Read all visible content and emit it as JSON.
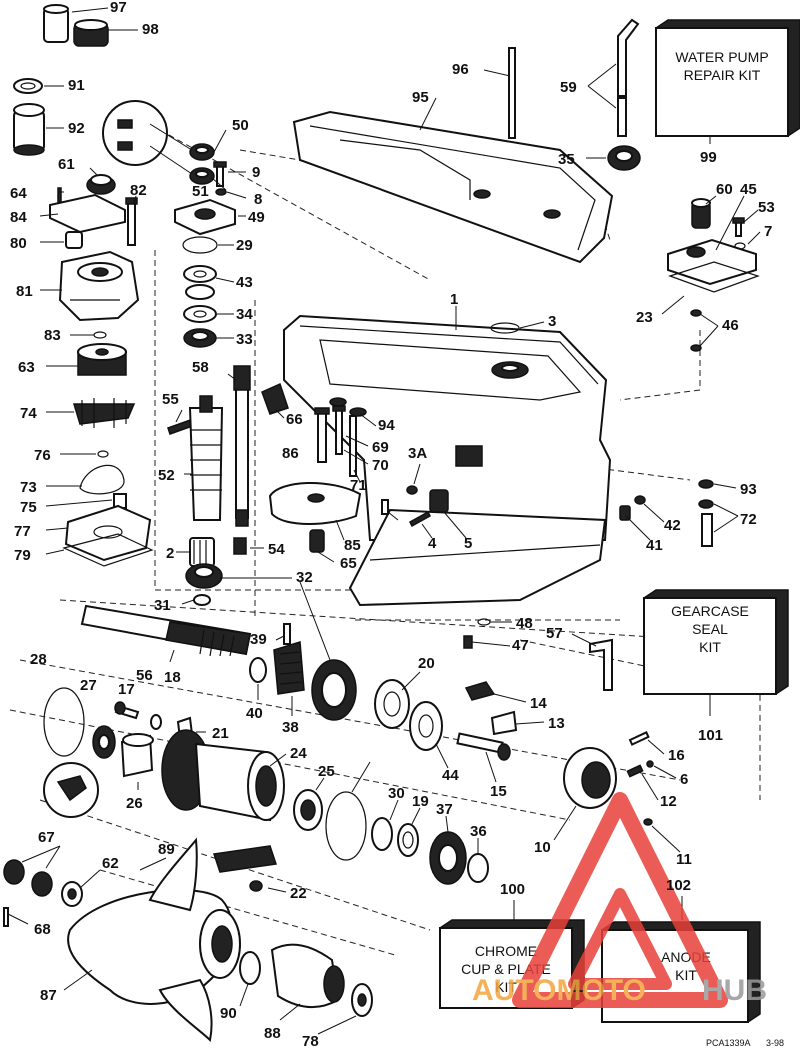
{
  "diagram": {
    "callouts": [
      "97",
      "98",
      "91",
      "92",
      "50",
      "9",
      "8",
      "51",
      "61",
      "64",
      "84",
      "82",
      "49",
      "80",
      "29",
      "43",
      "81",
      "34",
      "33",
      "83",
      "63",
      "58",
      "55",
      "74",
      "66",
      "86",
      "52",
      "76",
      "73",
      "75",
      "77",
      "79",
      "2",
      "54",
      "31",
      "32",
      "39",
      "28",
      "27",
      "17",
      "56",
      "18",
      "40",
      "38",
      "21",
      "24",
      "26",
      "25",
      "30",
      "19",
      "37",
      "36",
      "67",
      "62",
      "89",
      "22",
      "68",
      "87",
      "90",
      "88",
      "78",
      "96",
      "95",
      "59",
      "35",
      "99",
      "60",
      "45",
      "53",
      "7",
      "23",
      "46",
      "1",
      "3",
      "94",
      "69",
      "70",
      "71",
      "3A",
      "4",
      "5",
      "85",
      "65",
      "93",
      "42",
      "41",
      "72",
      "48",
      "47",
      "57",
      "20",
      "14",
      "13",
      "44",
      "15",
      "16",
      "6",
      "12",
      "10",
      "11",
      "100",
      "102",
      "101"
    ],
    "kits": {
      "water_pump": [
        "WATER PUMP",
        "REPAIR KIT"
      ],
      "gearcase_seal": [
        "GEARCASE",
        "SEAL",
        "KIT"
      ],
      "chrome_cup": [
        "CHROME",
        "CUP & PLATE",
        "KIT"
      ],
      "anode": [
        "ANODE",
        "KIT"
      ]
    },
    "footer": {
      "code": "PCA1339A",
      "date": "3-98"
    },
    "watermark": {
      "part1": "AUTOMOTO",
      "part2": "HUB",
      "accent_color": "#e8403a",
      "brand_color": "#f3a43d"
    }
  }
}
